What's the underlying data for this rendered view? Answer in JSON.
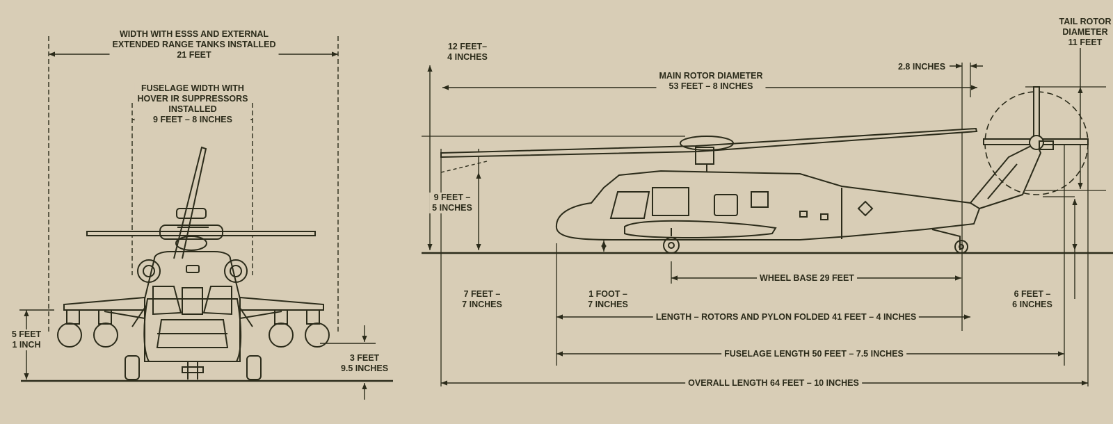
{
  "colors": {
    "background": "#d8cdb6",
    "ink": "#2b2b1a"
  },
  "front_view": {
    "width_essss": [
      "WIDTH WITH ESSS AND EXTERNAL",
      "EXTENDED RANGE TANKS INSTALLED",
      "21 FEET"
    ],
    "fuselage_width": [
      "FUSELAGE WIDTH WITH",
      "HOVER IR SUPPRESSORS",
      "INSTALLED",
      "9 FEET – 8 INCHES"
    ],
    "ground_to_tank": [
      "5 FEET",
      "1 INCH"
    ],
    "tank_clearance": [
      "3 FEET",
      "9.5 INCHES"
    ]
  },
  "side_view": {
    "rotor_height": [
      "12 FEET–",
      "4 INCHES"
    ],
    "main_rotor_diameter": [
      "MAIN ROTOR DIAMETER",
      "53 FEET – 8 INCHES"
    ],
    "rotor_tilt": "2.8 INCHES",
    "tail_rotor": [
      "TAIL ROTOR",
      "DIAMETER",
      "11 FEET"
    ],
    "blade_droop": [
      "9 FEET –",
      "5 INCHES"
    ],
    "cabin_height": [
      "7 FEET –",
      "7 INCHES"
    ],
    "ground_clearance": [
      "1 FOOT –",
      "7 INCHES"
    ],
    "wheel_base": "WHEEL BASE 29 FEET",
    "tail_height": [
      "6 FEET –",
      "6 INCHES"
    ],
    "length_folded": "LENGTH – ROTORS AND PYLON FOLDED 41 FEET – 4 INCHES",
    "fuselage_length": "FUSELAGE LENGTH 50 FEET – 7.5 INCHES",
    "overall_length": "OVERALL LENGTH 64 FEET – 10 INCHES"
  }
}
